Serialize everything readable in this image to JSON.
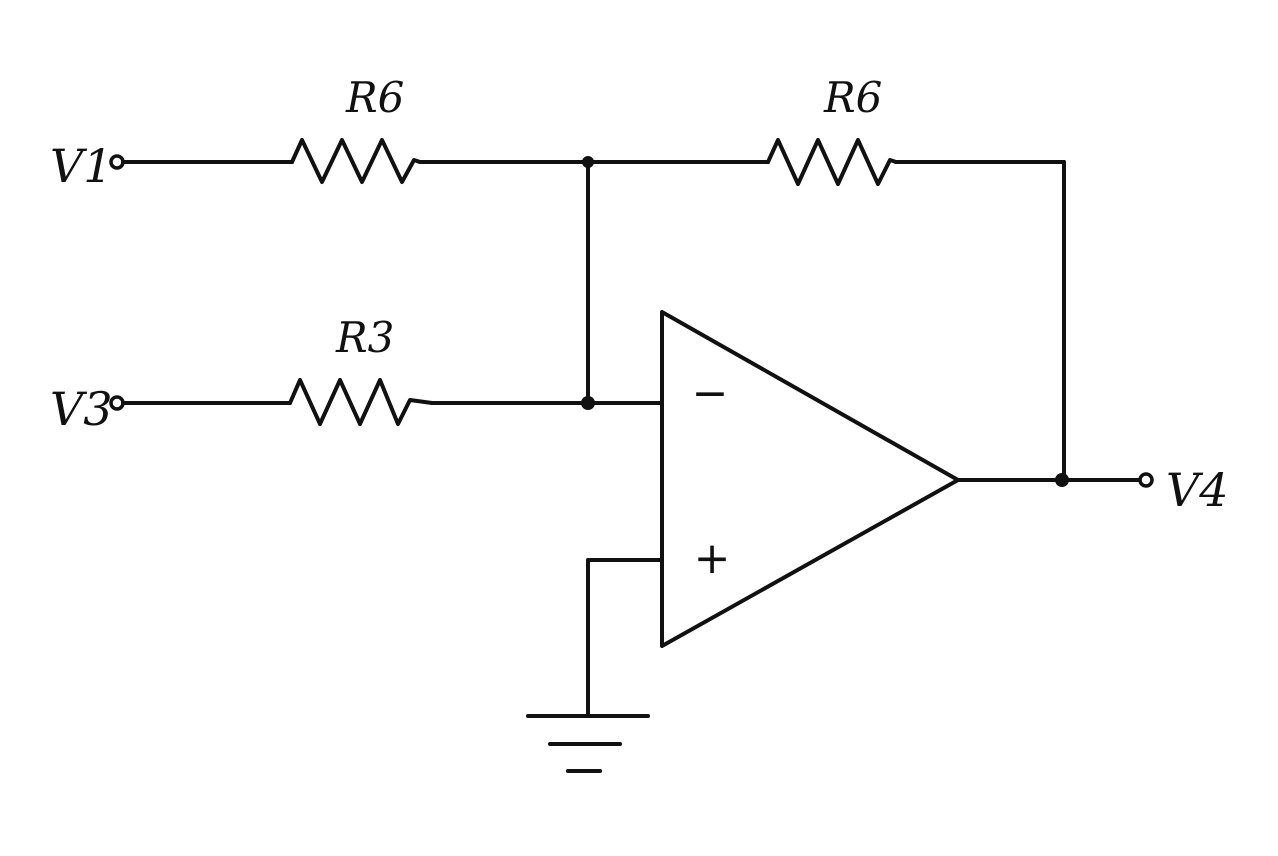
{
  "labels": {
    "input_1": "V1",
    "input_3": "V3",
    "output": "V4",
    "resistor_top_left": "R6",
    "resistor_feedback": "R6",
    "resistor_bottom": "R3",
    "inverting_pin": "−",
    "noninverting_pin": "+"
  },
  "colors": {
    "ink": "#111111",
    "paper": "#ffffff"
  }
}
